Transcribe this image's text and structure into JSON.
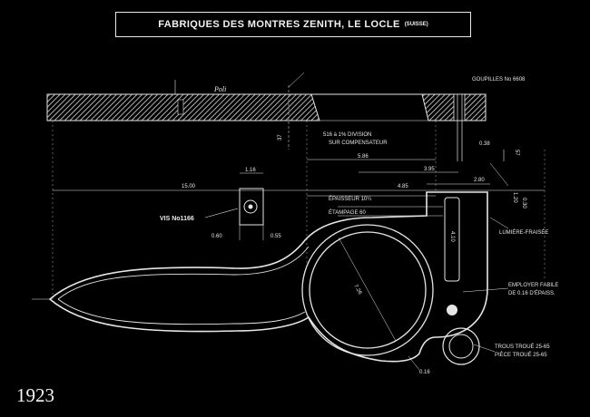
{
  "title": {
    "main": "FABRIQUES DES MONTRES ZENITH, LE LOCLE",
    "suffix": "(SUISSE)"
  },
  "year": "1923",
  "labels": {
    "poli": "Poli",
    "goupilles": "GOUPILLES No 6608",
    "division_1": "516 à 1% DIVISION",
    "division_2": "SUR COMPENSATEUR",
    "dim_586": "5.86",
    "dim_395": "3.95",
    "dim_485": "4.85",
    "dim_280": "2.80",
    "dim_116": "1.16",
    "dim_1500": "15.00",
    "vis": "VIS No1166",
    "dim_060": "0.60",
    "dim_055": "0.55",
    "dim_037": "37",
    "dim_038": "0.38",
    "dim_057": "57",
    "dim_120": "1.20",
    "dim_030": "0.30",
    "dim_410": "4.10",
    "dim_726": "7.26",
    "dim_016": "0.16",
    "epaisseur": "ÉPAISSEUR 10¼",
    "etampage": "ÉTAMPAGE 60",
    "lumiere": "LUMIÈRE-FRAISÉE",
    "employer_1": "EMPLOYER FABILE",
    "employer_2": "DE 0.16 D'ÉPAISS.",
    "trous_1": "TROUS TROUÉ 25-65",
    "trous_2": "PIÈCE TROUÉ 25-65"
  }
}
